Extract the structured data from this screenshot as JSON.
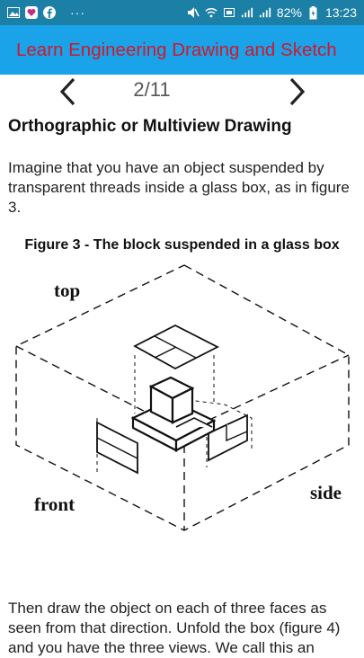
{
  "status_bar": {
    "dots": "···",
    "battery": "82%",
    "time": "13:23"
  },
  "app_bar": {
    "title": "Learn Engineering Drawing and Sketch"
  },
  "pager": {
    "page_indicator": "2/11"
  },
  "content": {
    "heading": "Orthographic or Multiview Drawing",
    "paragraph_1": "Imagine that you have an object suspended by transparent threads inside a glass box, as in figure 3.",
    "figure_caption": "Figure 3 - The block suspended in a glass box",
    "figure_labels": {
      "top": "top",
      "front": "front",
      "side": "side"
    },
    "paragraph_2": "Then draw the object on each of three faces as seen from that direction. Unfold the box (figure 4) and you have the three views. We call this an"
  }
}
